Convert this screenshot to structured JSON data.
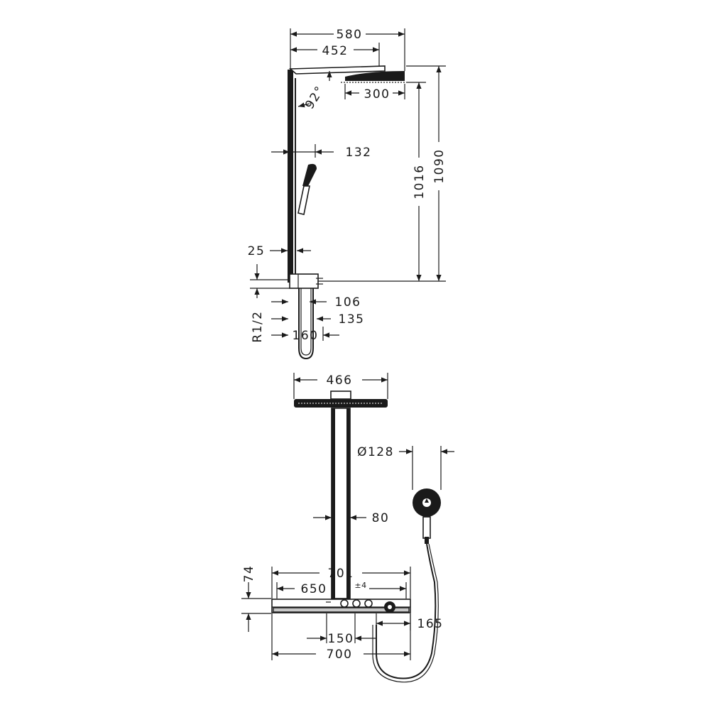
{
  "side_view": {
    "dim_overall_width": "580",
    "dim_arm_length": "452",
    "dim_head_diameter": "300",
    "dim_arm_angle": "92°",
    "dim_handshower_offset": "132",
    "dim_head_height": "1016",
    "dim_total_height": "1090",
    "dim_wall_clearance": "25",
    "dim_connection": "R1/2",
    "dim_thermostat_106": "106",
    "dim_thermostat_135": "135",
    "dim_thermostat_160": "160"
  },
  "front_view": {
    "dim_head_width": "466",
    "dim_handshower_diameter": "Ø128",
    "dim_riser_width": "80",
    "dim_shelf_width": "701",
    "dim_inlet_spacing": "650",
    "dim_tolerance": "±4",
    "dim_shelf_height": "74",
    "dim_hose_offset": "165",
    "dim_inlet_offset": "150",
    "dim_base_width": "700"
  }
}
